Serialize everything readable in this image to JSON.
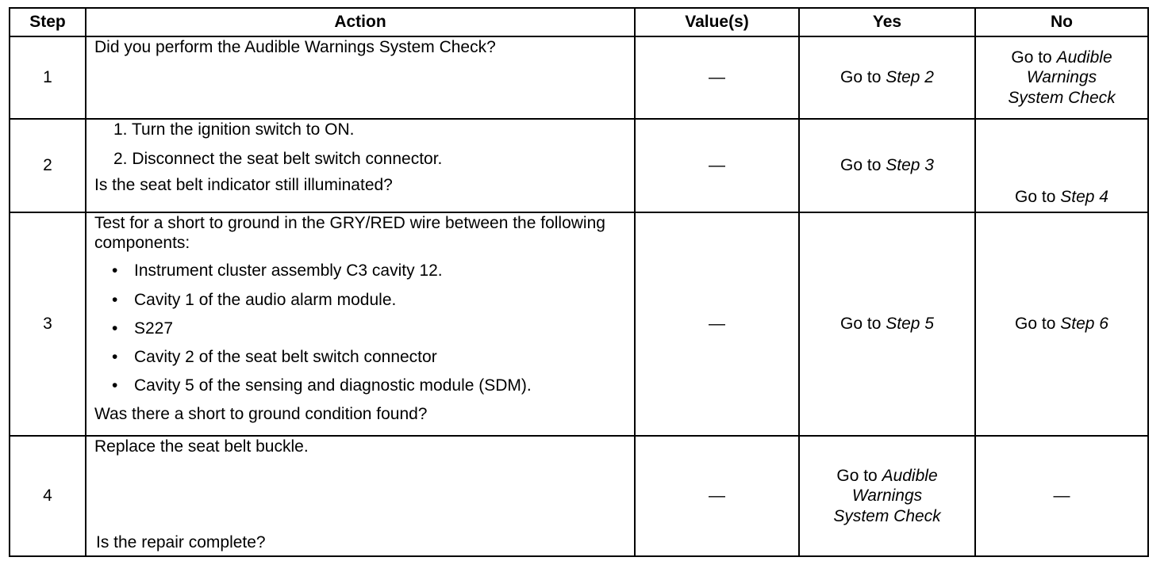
{
  "headers": {
    "step": "Step",
    "action": "Action",
    "values": "Value(s)",
    "yes": "Yes",
    "no": "No"
  },
  "rows": [
    {
      "step": "1",
      "action_text": "Did you perform the Audible Warnings System Check?",
      "value": "—",
      "yes": {
        "prefix": "Go to ",
        "link": "Step 2"
      },
      "no": {
        "prefix": "Go to ",
        "link_line1": "Audible",
        "link_line2": "Warnings",
        "link_line3": "System Check"
      }
    },
    {
      "step": "2",
      "action_items": [
        "1.  Turn the ignition switch to ON.",
        "2.  Disconnect the seat belt switch connector."
      ],
      "action_question": "Is the seat belt indicator still illuminated?",
      "value": "—",
      "yes": {
        "prefix": "Go to ",
        "link": "Step 3"
      },
      "no": {
        "prefix": "Go to ",
        "link": "Step 4"
      }
    },
    {
      "step": "3",
      "action_intro": "Test for a short to ground in the GRY/RED wire between the following components:",
      "action_bullets": [
        "Instrument cluster assembly C3 cavity 12.",
        "Cavity 1 of the audio alarm module.",
        "S227",
        "Cavity 2 of the seat belt switch connector",
        "Cavity 5 of the sensing and diagnostic module (SDM)."
      ],
      "action_question": "Was there a short to ground condition found?",
      "value": "—",
      "yes": {
        "prefix": "Go to ",
        "link": "Step 5"
      },
      "no": {
        "prefix": "Go to ",
        "link": "Step 6"
      }
    },
    {
      "step": "4",
      "action_text": "Replace the seat belt buckle.",
      "action_question": "Is the repair complete?",
      "value": "—",
      "yes": {
        "prefix": "Go to ",
        "link_line1": "Audible",
        "link_line2": "Warnings",
        "link_line3": "System Check"
      },
      "no": "—"
    }
  ]
}
